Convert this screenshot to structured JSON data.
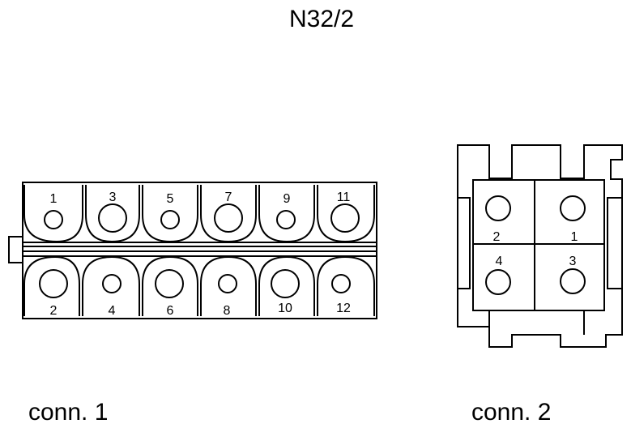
{
  "title": "N32/2",
  "connector1": {
    "label": "conn. 1",
    "top_pins": [
      "1",
      "3",
      "5",
      "7",
      "9",
      "11"
    ],
    "bottom_pins": [
      "2",
      "4",
      "6",
      "8",
      "10",
      "12"
    ]
  },
  "connector2": {
    "label": "conn. 2",
    "pins": [
      "2",
      "1",
      "4",
      "3"
    ]
  }
}
